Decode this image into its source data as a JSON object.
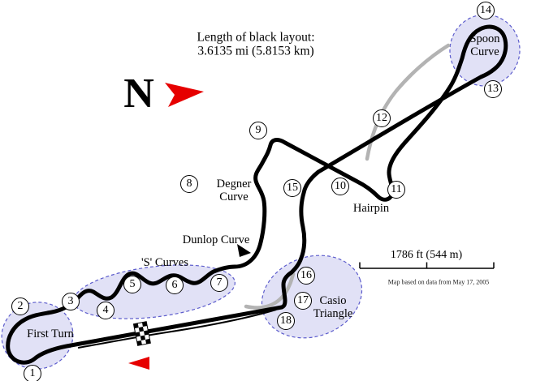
{
  "map": {
    "length_note_line1": "Length of black layout:",
    "length_note_line2": "3.6135 mi (5.8153 km)",
    "north_letter": "N",
    "scale_text": "1786 ft (544 m)",
    "credit_text": "Map based on data from May 17, 2005"
  },
  "colors": {
    "track_black": "#000000",
    "alt_track_gray": "#b3b3b3",
    "section_fill": "#dcdcf5",
    "section_border": "#5c5ccc",
    "direction_red": "#e60000"
  },
  "corners": [
    "1",
    "2",
    "3",
    "4",
    "5",
    "6",
    "7",
    "8",
    "9",
    "10",
    "11",
    "12",
    "13",
    "14",
    "15",
    "16",
    "17",
    "18"
  ],
  "labels": {
    "first_turn": "First Turn",
    "s_curves": "'S' Curves",
    "dunlop": "Dunlop Curve",
    "degner_line1": "Degner",
    "degner_line2": "Curve",
    "hairpin": "Hairpin",
    "spoon_line1": "Spoon",
    "spoon_line2": "Curve",
    "casio_line1": "Casio",
    "casio_line2": "Triangle"
  }
}
